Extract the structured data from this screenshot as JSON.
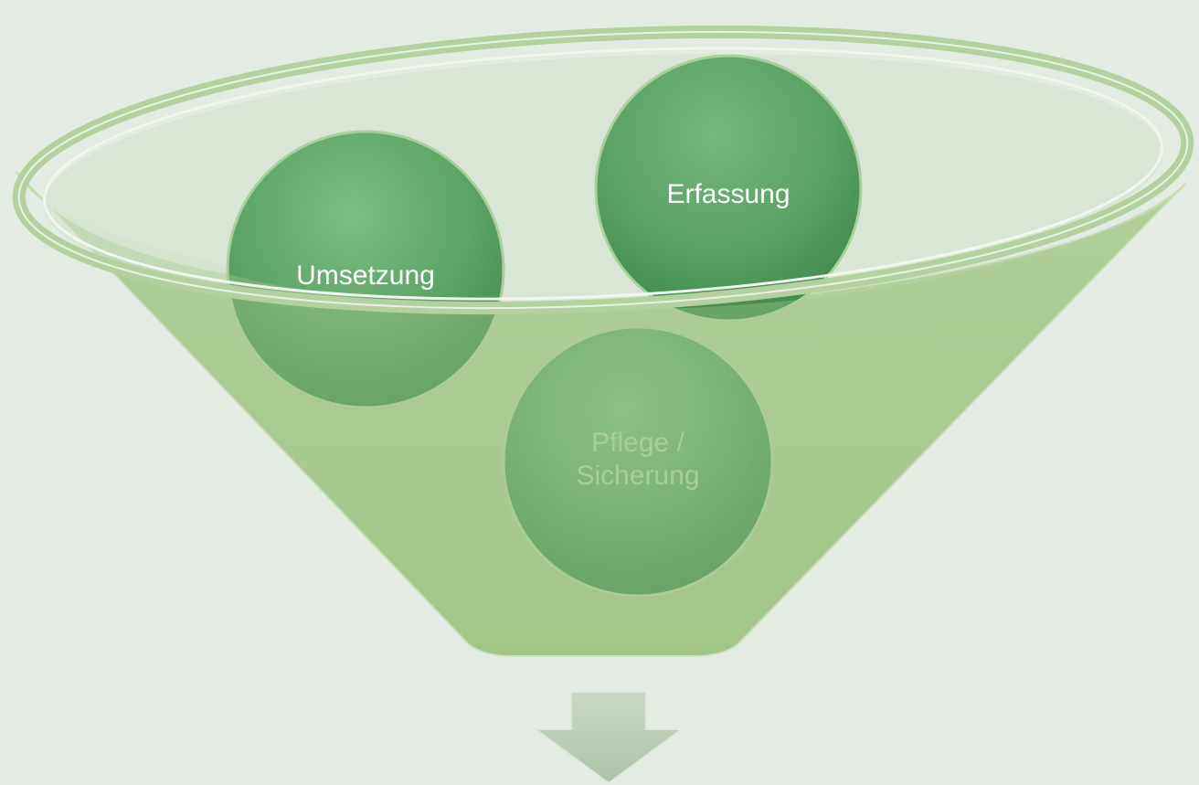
{
  "diagram": {
    "type": "funnel",
    "items": [
      {
        "id": "umsetzung",
        "lines": [
          "Umsetzung"
        ],
        "text_color": "#ffffff"
      },
      {
        "id": "erfassung",
        "lines": [
          "Erfassung"
        ],
        "text_color": "#ffffff"
      },
      {
        "id": "pflege",
        "lines": [
          "Pflege /",
          "Sicherung"
        ],
        "text_color": "#a9cf98"
      }
    ],
    "colors": {
      "background": "#e4ebe2",
      "funnel_fill": "#a8c98f",
      "rim": "#b9d5a6",
      "ball": "#5ea566",
      "arrow": "#bccdb8"
    }
  }
}
